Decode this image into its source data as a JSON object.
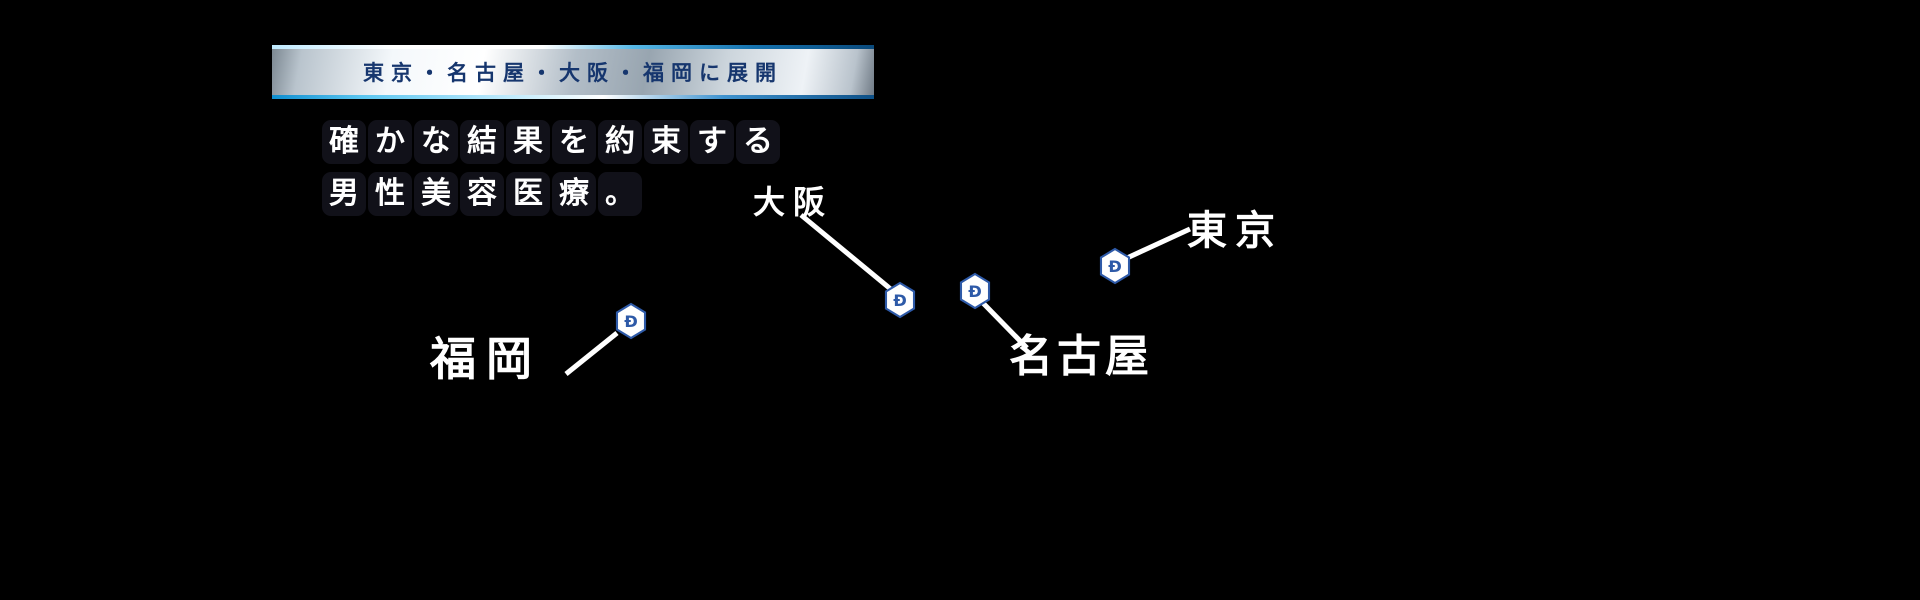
{
  "banner": {
    "text": "東京・名古屋・大阪・福岡に展開"
  },
  "headline": {
    "line1": "確かな結果を約束する",
    "line1_chars": [
      "確",
      "か",
      "な",
      "結",
      "果",
      "を",
      "約",
      "束",
      "す",
      "る"
    ],
    "line2": "男性美容医療。",
    "line2_chars": [
      "男",
      "性",
      "美",
      "容",
      "医",
      "療",
      "。"
    ]
  },
  "map": {
    "pin_glyph": "Ð",
    "locations": [
      {
        "id": "fukuoka",
        "label": "福岡"
      },
      {
        "id": "osaka",
        "label": "大阪"
      },
      {
        "id": "nagoya",
        "label": "名古屋"
      },
      {
        "id": "tokyo",
        "label": "東京"
      }
    ]
  },
  "colors": {
    "background": "#000000",
    "banner_text_navy": "#16366e",
    "pin_blue": "#2e5aa8",
    "label_white": "#ffffff"
  }
}
